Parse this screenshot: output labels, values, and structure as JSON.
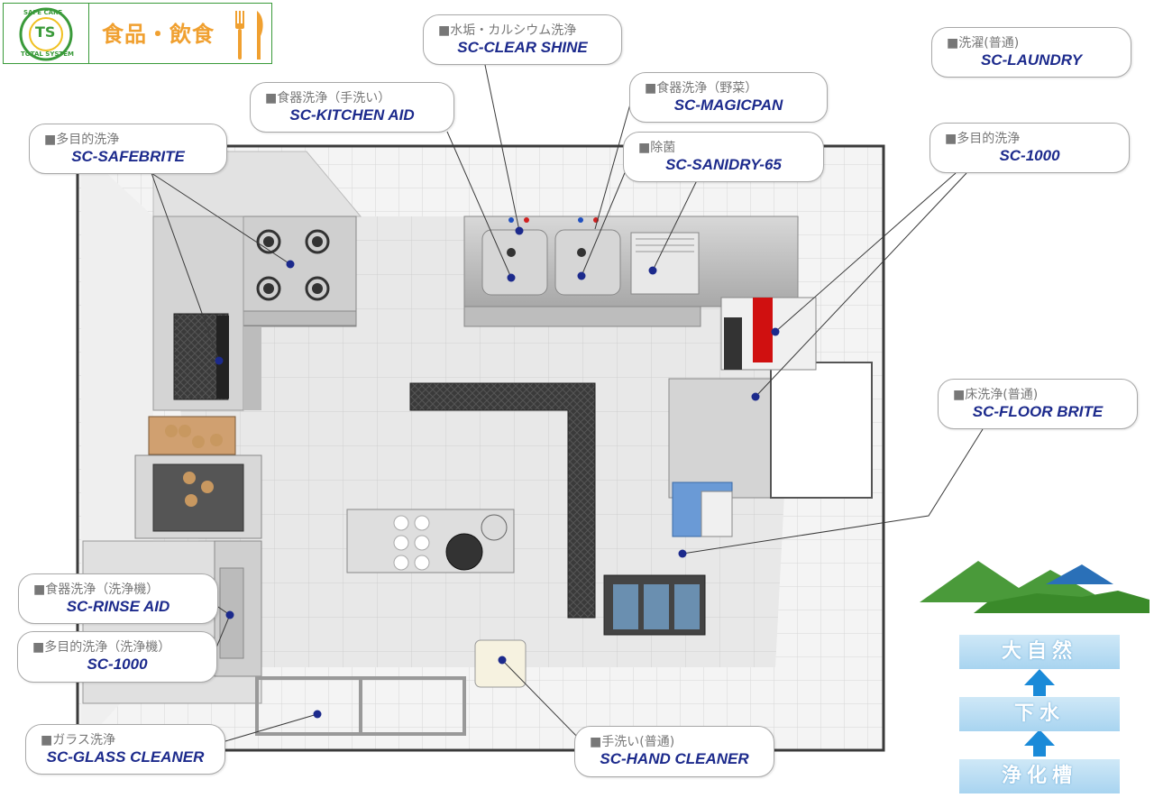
{
  "header": {
    "logo_text_top": "SAFE CARE",
    "logo_text_bottom": "TOTAL SYSTEM",
    "logo_mark": "TS",
    "category_title": "食品・飲食",
    "icons": [
      "fork-icon",
      "knife-icon"
    ]
  },
  "callouts": [
    {
      "id": "safebrite",
      "category": "■多目的洗浄",
      "product": "SC-SAFEBRITE"
    },
    {
      "id": "kitchen-aid",
      "category": "■食器洗浄（手洗い）",
      "product": "SC-KITCHEN AID"
    },
    {
      "id": "clear-shine",
      "category": "■水垢・カルシウム洗浄",
      "product": "SC-CLEAR SHINE"
    },
    {
      "id": "magicpan",
      "category": "■食器洗浄（野菜）",
      "product": "SC-MAGICPAN"
    },
    {
      "id": "sanidry",
      "category": "■除菌",
      "product": "SC-SANIDRY-65"
    },
    {
      "id": "laundry",
      "category": "■洗濯(普通)",
      "product": "SC-LAUNDRY"
    },
    {
      "id": "sc1000-top",
      "category": "■多目的洗浄",
      "product": "SC-1000"
    },
    {
      "id": "floor-brite",
      "category": "■床洗浄(普通)",
      "product": "SC-FLOOR BRITE"
    },
    {
      "id": "rinse-aid",
      "category": "■食器洗浄（洗浄機）",
      "product": "SC-RINSE AID"
    },
    {
      "id": "sc1000-machine",
      "category": "■多目的洗浄（洗浄機）",
      "product": "SC-1000"
    },
    {
      "id": "glass-cleaner",
      "category": "■ガラス洗浄",
      "product": "SC-GLASS CLEANER"
    },
    {
      "id": "hand-cleaner",
      "category": "■手洗い(普通)",
      "product": "SC-HAND  CLEANER"
    }
  ],
  "flow": {
    "steps": [
      "大自然",
      "下水",
      "浄化槽"
    ],
    "arrow_icon": "up-arrow-icon",
    "scenery_icon": "mountain-landscape-icon"
  },
  "colors": {
    "product_text": "#1c2a8c",
    "category_text": "#777777",
    "category_title": "#f0a030",
    "logo_green": "#3a9a3a",
    "flow_box": "#bfe0f5",
    "flow_arrow": "#1a8ad8",
    "pointer_dot": "#1c2a8c"
  }
}
